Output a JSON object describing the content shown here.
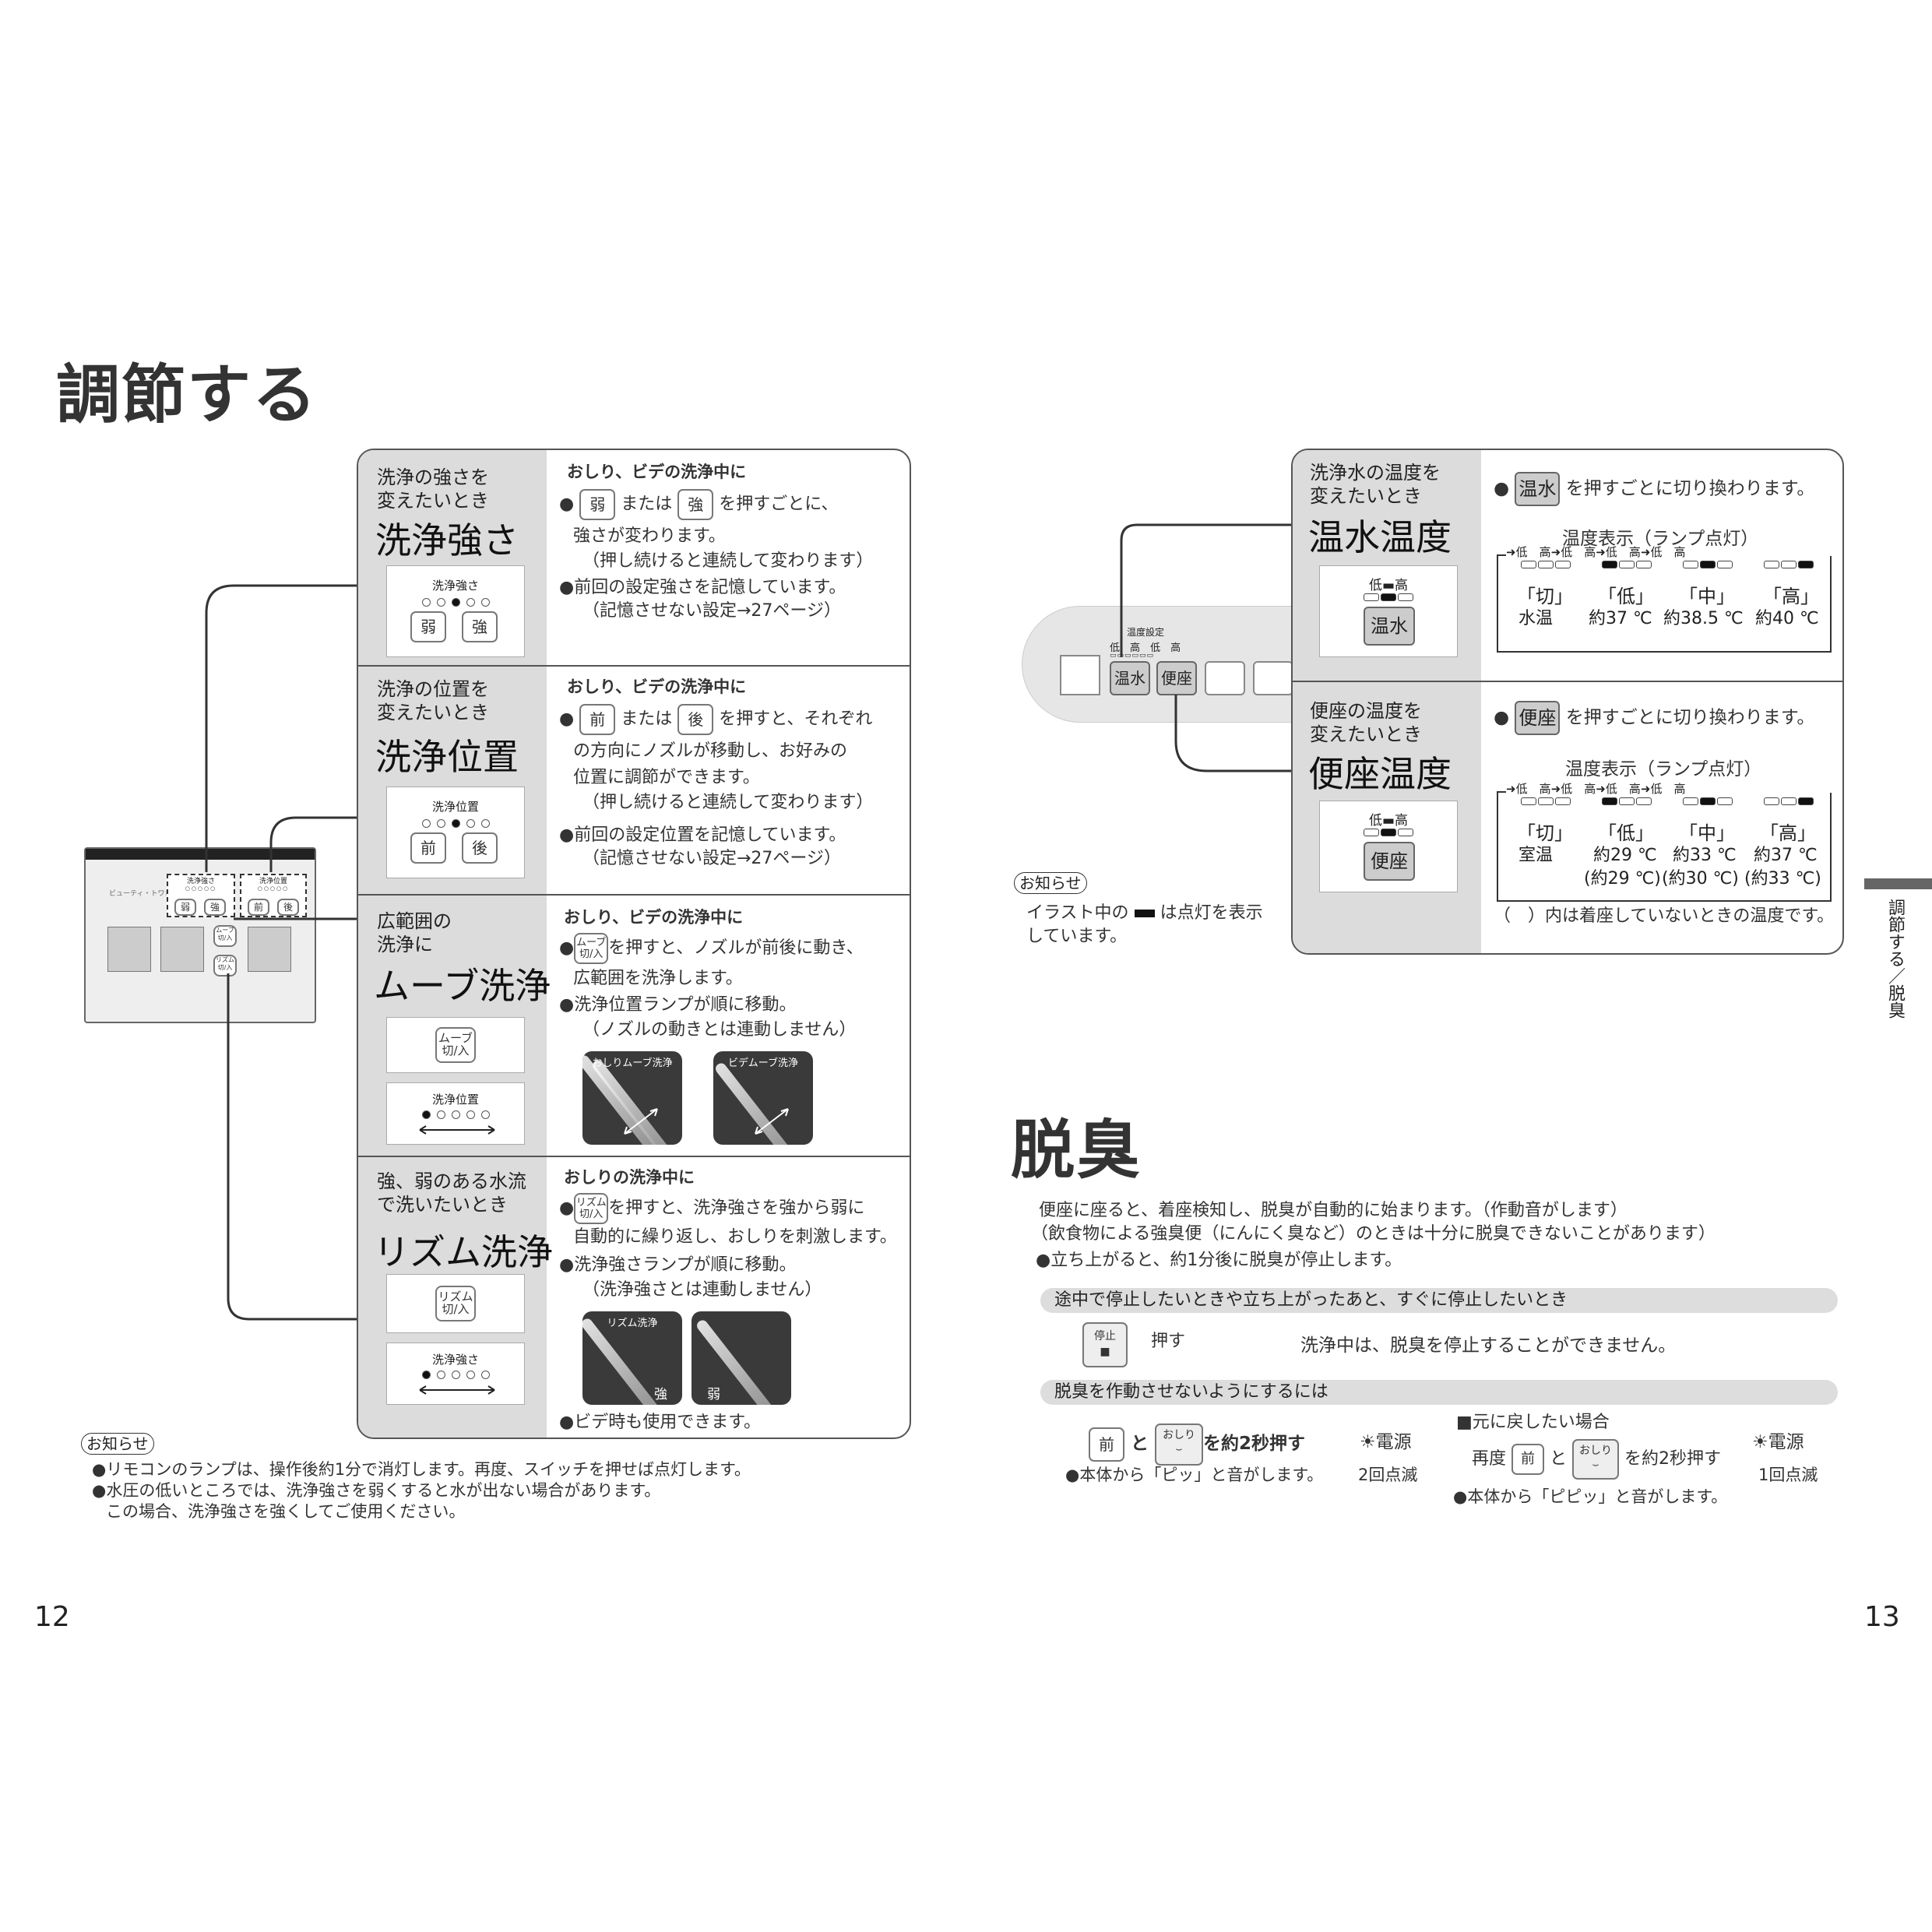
{
  "left": {
    "title": "調節する",
    "sections": [
      {
        "small": "洗浄の強さを\n変えたいとき",
        "big": "洗浄強さ",
        "mini_label": "洗浄強さ",
        "keys": [
          "弱",
          "強"
        ],
        "head": "おしり、ビデの洗浄中に",
        "lines": [
          "または",
          "を押すごとに、",
          "強さが変わります。",
          "（押し続けると連続して変わります）",
          "●前回の設定強さを記憶しています。",
          "（記憶させない設定→27ページ）"
        ]
      },
      {
        "small": "洗浄の位置を\n変えたいとき",
        "big": "洗浄位置",
        "mini_label": "洗浄位置",
        "keys": [
          "前",
          "後"
        ],
        "head": "おしり、ビデの洗浄中に",
        "lines": [
          "または",
          "を押すと、それぞれ",
          "の方向にノズルが移動し、お好みの",
          "位置に調節ができます。",
          "（押し続けると連続して変わります）",
          "●前回の設定位置を記憶しています。",
          "（記憶させない設定→27ページ）"
        ]
      },
      {
        "small": "広範囲の\n洗浄に",
        "big": "ムーブ洗浄",
        "key": "ムーブ\n切/入",
        "mini_label": "洗浄位置",
        "head": "おしり、ビデの洗浄中に",
        "lines": [
          "を押すと、ノズルが前後に動き、",
          "広範囲を洗浄します。",
          "●洗浄位置ランプが順に移動。",
          "（ノズルの動きとは連動しません）"
        ],
        "photos": [
          "おしりムーブ洗浄",
          "ビデムーブ洗浄"
        ]
      },
      {
        "small": "強、弱のある水流\nで洗いたいとき",
        "big": "リズム洗浄",
        "key": "リズム\n切/入",
        "mini_label": "洗浄強さ",
        "head": "おしりの洗浄中に",
        "lines": [
          "を押すと、洗浄強さを強から弱に",
          "自動的に繰り返し、おしりを刺激します。",
          "●洗浄強さランプが順に移動。",
          "（洗浄強さとは連動しません）",
          "●ビデ時も使用できます。"
        ],
        "photos": [
          "リズム洗浄"
        ],
        "photo_labels": [
          "強",
          "弱"
        ]
      }
    ],
    "remote": {
      "brand": "ビューティ・トワレ",
      "group1": "洗浄強さ",
      "group2": "洗浄位置",
      "keys": [
        "弱",
        "強",
        "前",
        "後",
        "ムーブ\n切/入",
        "リズム\n切/入"
      ]
    },
    "notice_label": "お知らせ",
    "notices": [
      "●リモコンのランプは、操作後約1分で消灯します。再度、スイッチを押せば点灯します。",
      "●水圧の低いところでは、洗浄強さを弱くすると水が出ない場合があります。",
      "この場合、洗浄強さを強くしてご使用ください。"
    ],
    "page": "12"
  },
  "right": {
    "panel_label": "温度設定",
    "panel_keys": [
      "温水",
      "便座"
    ],
    "low": "低",
    "high": "高",
    "sections": [
      {
        "small": "洗浄水の温度を\n変えたいとき",
        "big": "温水温度",
        "key": "温水",
        "line": "を押すごとに切り換わります。",
        "disp": "温度表示（ランプ点灯）",
        "levels": [
          "「切」",
          "「低」",
          "「中」",
          "「高」"
        ],
        "temps": [
          "水温",
          "約37 ℃",
          "約38.5 ℃",
          "約40 ℃"
        ]
      },
      {
        "small": "便座の温度を\n変えたいとき",
        "big": "便座温度",
        "key": "便座",
        "line": "を押すごとに切り換わります。",
        "disp": "温度表示（ランプ点灯）",
        "levels": [
          "「切」",
          "「低」",
          "「中」",
          "「高」"
        ],
        "temps": [
          "室温",
          "約29 ℃",
          "約33 ℃",
          "約37 ℃"
        ],
        "temps2": [
          "(約29 ℃)",
          "(約30 ℃)",
          "(約33 ℃)"
        ],
        "note": "（　）内は着座していないときの温度です。"
      }
    ],
    "notice_label": "お知らせ",
    "notice": [
      "イラスト中の",
      "は点灯を表示",
      "しています。"
    ],
    "side_tab": "調節する／脱臭",
    "deo": {
      "title": "脱臭",
      "intro": [
        "便座に座ると、着座検知し、脱臭が自動的に始まります。（作動音がします）",
        "（飲食物による強臭便（にんにく臭など）のときは十分に脱臭できないことがあります）",
        "●立ち上がると、約1分後に脱臭が停止します。"
      ],
      "bar1": "途中で停止したいときや立ち上がったあと、すぐに停止したいとき",
      "stop_key": "停止",
      "push": "押す",
      "stop_note": "洗浄中は、脱臭を停止することができません。",
      "bar2": "脱臭を作動させないようにするには",
      "key_front": "前",
      "to": "と",
      "key_oshiri": "おしり",
      "press2": "を約2秒押す",
      "power": "電源",
      "blink2": "2回点滅",
      "beep1": "●本体から「ピッ」と音がします。",
      "restore": "■元に戻したい場合",
      "again": "再度",
      "blink1": "1回点滅",
      "beep2": "●本体から「ピピッ」と音がします。"
    },
    "page": "13"
  }
}
